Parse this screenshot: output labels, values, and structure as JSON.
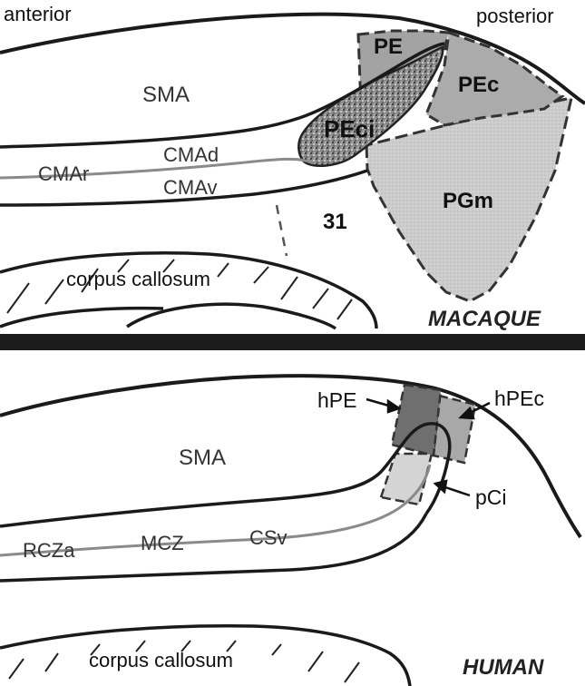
{
  "orientation": {
    "anterior": "anterior",
    "posterior": "posterior"
  },
  "macaque": {
    "species_label": "MACAQUE",
    "sma": "SMA",
    "cmar": "CMAr",
    "cmad": "CMAd",
    "cmav": "CMAv",
    "pe": "PE",
    "pec": "PEc",
    "peci": "PEci",
    "pgm": "PGm",
    "area31": "31",
    "corpus_callosum": "corpus callosum"
  },
  "human": {
    "species_label": "HUMAN",
    "sma": "SMA",
    "rcza": "RCZa",
    "mcz": "MCZ",
    "csv": "CSv",
    "hpe": "hPE",
    "hpec": "hPEc",
    "pci": "pCi",
    "corpus_callosum": "corpus callosum"
  },
  "colors": {
    "outline": "#1a1a1a",
    "divider": "#1c1c1c",
    "pe_fill": "#9e9e9e",
    "pec_fill": "#a9a9a9",
    "pgm_fill": "#cfcfcf",
    "peci_fill": "#6e6e6e",
    "hpe_fill": "#707070",
    "hpec_fill": "#a8a8a8",
    "pci_fill": "#d6d6d6",
    "sulcus_gray": "#8a8a8a"
  }
}
